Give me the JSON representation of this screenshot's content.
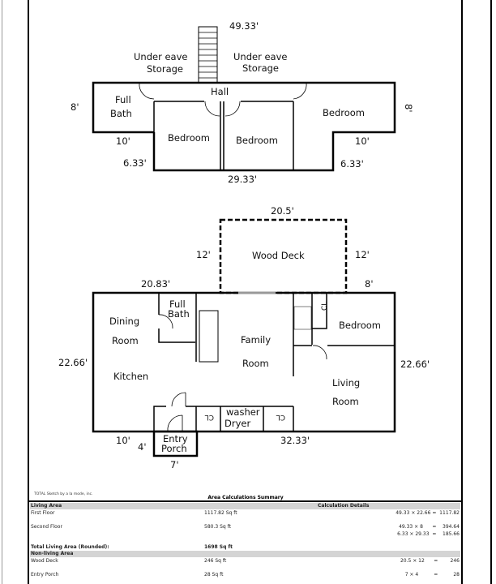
{
  "second_floor": {
    "dims": {
      "top": "49.33'",
      "left": "8'",
      "right": "8'",
      "left_lower": "10'",
      "right_lower": "10'",
      "left_step": "6.33'",
      "right_step": "6.33'",
      "bottom": "29.33'"
    },
    "rooms": {
      "storage_left_1": "Under eave",
      "storage_left_2": "Storage",
      "storage_right_1": "Under eave",
      "storage_right_2": "Storage",
      "hall": "Hall",
      "bath_1": "Full",
      "bath_2": "Bath",
      "bedroom_a": "Bedroom",
      "bedroom_b": "Bedroom",
      "bedroom_c": "Bedroom"
    }
  },
  "first_floor": {
    "dims": {
      "deck_top": "20.5'",
      "deck_left": "12'",
      "deck_right": "12'",
      "top_left": "20.83'",
      "top_right": "8'",
      "left": "22.66'",
      "right": "22.66'",
      "bottom_left": "10'",
      "porch_side": "4'",
      "porch_bottom": "7'",
      "bottom_right": "32.33'"
    },
    "rooms": {
      "deck": "Wood Deck",
      "dining_1": "Dining",
      "dining_2": "Room",
      "bath_1": "Full",
      "bath_2": "Bath",
      "family_1": "Family",
      "family_2": "Room",
      "kitchen": "Kitchen",
      "bedroom": "Bedroom",
      "cl_top": "CL",
      "living_1": "Living",
      "living_2": "Room",
      "cl_left": "CL",
      "washer": "washer",
      "dryer": "Dryer",
      "cl_right": "CL",
      "porch_1": "Entry",
      "porch_2": "Porch"
    }
  },
  "footer": {
    "credit": "TOTAL Sketch by a la mode, inc.",
    "title": "Area Calculations Summary",
    "living_header": "Living Area",
    "calc_header": "Calculation Details",
    "rows": [
      {
        "label": "First Floor",
        "area": "1117.82 Sq ft",
        "calc": "49.33 × 22.66 =  1117.82"
      },
      {
        "label": "Second Floor",
        "area": "580.3 Sq ft",
        "calc": "49.33 × 8      =    394.64",
        "calc2": "6.33 × 29.33  =    185.66"
      }
    ],
    "total_label": "Total Living Area (Rounded):",
    "total_value": "1698 Sq ft",
    "nonliving_header": "Non-living Area",
    "nonliving": [
      {
        "label": "Wood Deck",
        "area": "246 Sq ft",
        "calc": "20.5 × 12      =        246"
      },
      {
        "label": "Entry Porch",
        "area": "28 Sq ft",
        "calc": "7 × 4          =          28"
      }
    ]
  }
}
